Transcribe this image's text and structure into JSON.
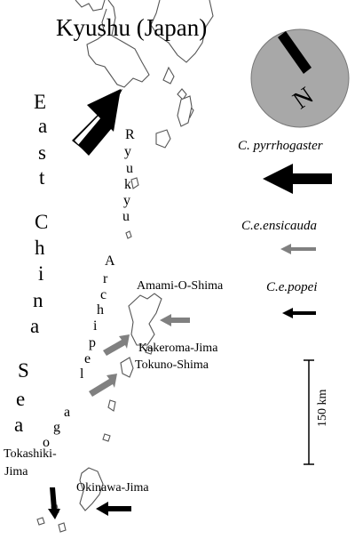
{
  "title": "Kyushu (Japan)",
  "sea_label": [
    "E",
    "a",
    "s",
    "t",
    "C",
    "h",
    "i",
    "n",
    "a",
    "S",
    "e",
    "a"
  ],
  "archipelago_label": [
    "R",
    "y",
    "u",
    "k",
    "y",
    "u",
    "A",
    "r",
    "c",
    "h",
    "i",
    "p",
    "e",
    "l",
    "a",
    "g",
    "o"
  ],
  "islands": {
    "amami": "Amami-O-Shima",
    "kakeroma": "Kakeroma-Jima",
    "tokuno": "Tokuno-Shima",
    "tokashiki_1": "Tokashiki-",
    "tokashiki_2": "Jima",
    "okinawa": "Okinawa-Jima"
  },
  "legend": {
    "pyrrhogaster": "C. pyrrhogaster",
    "ensicauda": "C.e.ensicauda",
    "popei": "C.e.popei"
  },
  "compass": {
    "letter": "N"
  },
  "scale": {
    "label": "150 km"
  },
  "colors": {
    "black_arrow": "#000000",
    "gray_arrow": "#808080",
    "compass_fill": "#a8a8a8",
    "land_outline": "#555555"
  }
}
